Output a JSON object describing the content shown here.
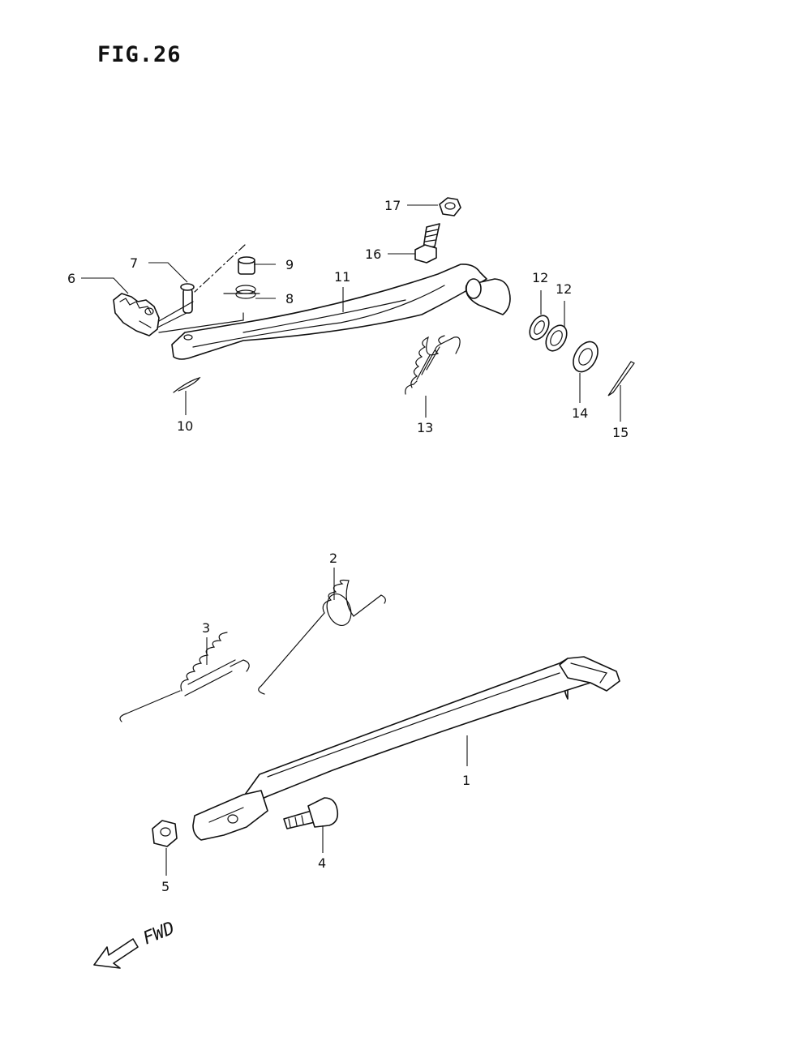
{
  "figure": {
    "title": "FIG.26"
  },
  "callouts": [
    {
      "id": "c17",
      "label": "17"
    },
    {
      "id": "c16",
      "label": "16"
    },
    {
      "id": "c7",
      "label": "7"
    },
    {
      "id": "c9",
      "label": "9"
    },
    {
      "id": "c6",
      "label": "6"
    },
    {
      "id": "c8",
      "label": "8"
    },
    {
      "id": "c11",
      "label": "11"
    },
    {
      "id": "c12a",
      "label": "12"
    },
    {
      "id": "c12b",
      "label": "12"
    },
    {
      "id": "c10",
      "label": "10"
    },
    {
      "id": "c13",
      "label": "13"
    },
    {
      "id": "c14",
      "label": "14"
    },
    {
      "id": "c15",
      "label": "15"
    },
    {
      "id": "c2",
      "label": "2"
    },
    {
      "id": "c3",
      "label": "3"
    },
    {
      "id": "c1",
      "label": "1"
    },
    {
      "id": "c4",
      "label": "4"
    },
    {
      "id": "c5",
      "label": "5"
    }
  ],
  "direction": {
    "label": "FWD",
    "icon": "arrow-left-down-icon"
  }
}
